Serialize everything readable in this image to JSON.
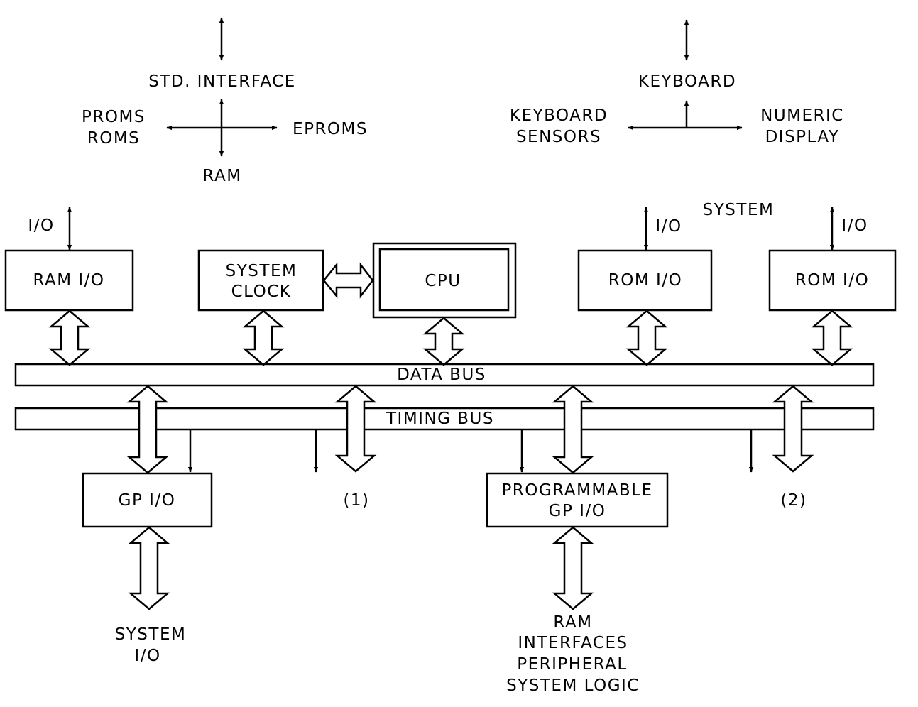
{
  "top_left": {
    "std_interface": "STD. INTERFACE",
    "proms": "PROMS",
    "roms": "ROMS",
    "eproms": "EPROMS",
    "ram": "RAM"
  },
  "top_right": {
    "keyboard": "KEYBOARD",
    "keyboard_sensors_1": "KEYBOARD",
    "keyboard_sensors_2": "SENSORS",
    "numeric_display_1": "NUMERIC",
    "numeric_display_2": "DISPLAY",
    "system": "SYSTEM"
  },
  "io_labels": {
    "ram_io": "I/O",
    "rom_io_1": "I/O",
    "rom_io_2": "I/O"
  },
  "blocks": {
    "ram_io": "RAM I/O",
    "system_clock_1": "SYSTEM",
    "system_clock_2": "CLOCK",
    "cpu": "CPU",
    "rom_io_1": "ROM I/O",
    "rom_io_2": "ROM I/O",
    "gp_io": "GP I/O",
    "programmable_1": "PROGRAMMABLE",
    "programmable_2": "GP I/O"
  },
  "buses": {
    "data_bus": "DATA BUS",
    "timing_bus": "TIMING BUS"
  },
  "footnotes": {
    "one": "(1)",
    "two": "(2)"
  },
  "bottom": {
    "system_io_1": "SYSTEM",
    "system_io_2": "I/O",
    "ram_interfaces_1": "RAM",
    "ram_interfaces_2": "INTERFACES",
    "ram_interfaces_3": "PERIPHERAL",
    "ram_interfaces_4": "SYSTEM LOGIC"
  }
}
